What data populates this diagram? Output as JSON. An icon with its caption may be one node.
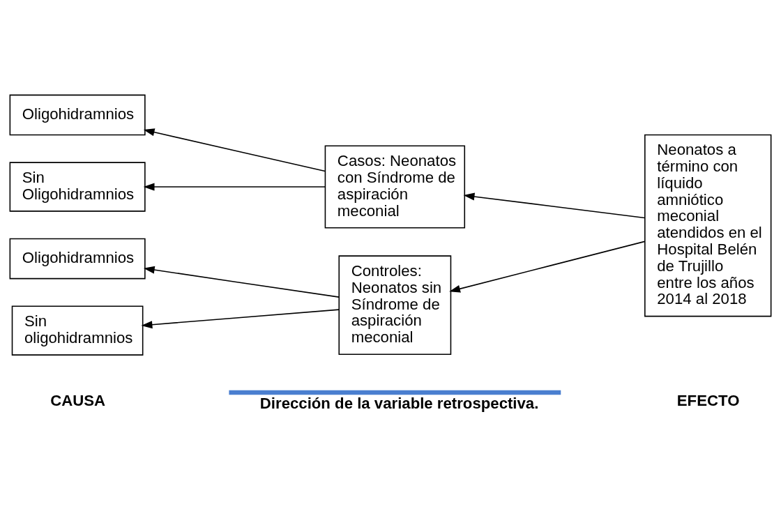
{
  "diagram": {
    "nodes": [
      {
        "text": [
          "Oligohidramnios"
        ]
      },
      {
        "text": [
          "Sin Oligohidramnios"
        ]
      },
      {
        "text": [
          "Oligohidramnios"
        ]
      },
      {
        "text": [
          "Sin oligohidramnios"
        ]
      },
      {
        "text": [
          "Casos: Neonatos con Síndrome de aspiración meconial"
        ]
      },
      {
        "text": [
          "Controles: Neonatos sin Síndrome de aspiración meconial"
        ]
      },
      {
        "text": [
          "Neonatos a término con líquido amniótico meconial atendidos en el Hospital Belén de Trujillo entre los años 2014 al 2018"
        ]
      }
    ],
    "edges": [
      {
        "from": 4,
        "to": 0,
        "arrow": "to"
      },
      {
        "from": 4,
        "to": 1,
        "arrow": "to"
      },
      {
        "from": 5,
        "to": 2,
        "arrow": "to"
      },
      {
        "from": 5,
        "to": 3,
        "arrow": "to"
      },
      {
        "from": 6,
        "to": 4,
        "arrow": "to"
      },
      {
        "from": 6,
        "to": 5,
        "arrow": "to"
      }
    ],
    "labels": [
      "CAUSA",
      "Dirección de la variable retrospectiva.",
      "EFECTO"
    ]
  }
}
